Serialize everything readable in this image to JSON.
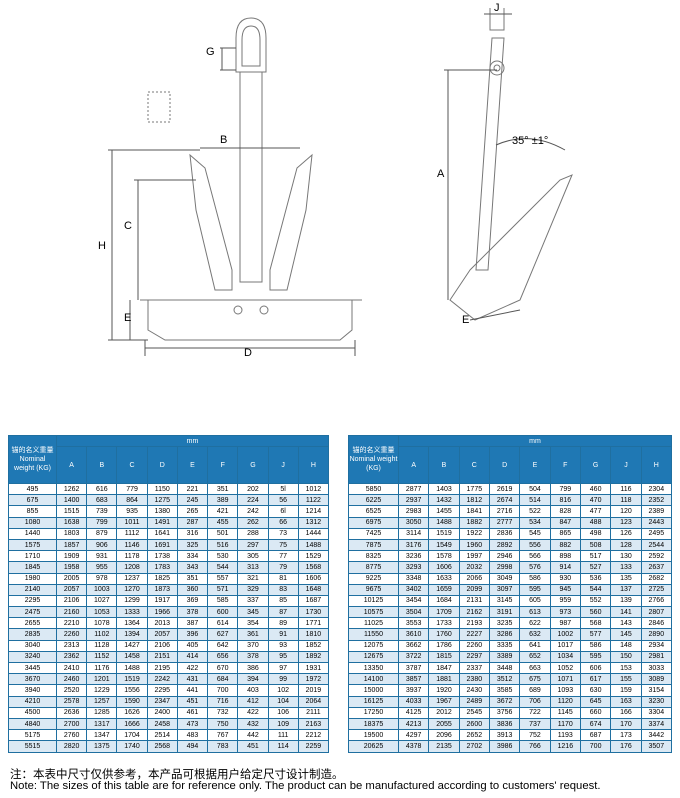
{
  "drawing": {
    "labels": {
      "J": "J",
      "G": "G",
      "B": "B",
      "A": "A",
      "C": "C",
      "H": "H",
      "E_left": "E",
      "D": "D",
      "E_side": "E",
      "angle": "35° ±1°"
    }
  },
  "table_header": {
    "name_label": "锚的名义重量",
    "name_sub": "Nominal weight (KG)",
    "unit": "mm",
    "columns": [
      "A",
      "B",
      "C",
      "D",
      "E",
      "F",
      "G",
      "J",
      "H"
    ]
  },
  "table_left": [
    [
      "495",
      "1262",
      "616",
      "779",
      "1150",
      "221",
      "351",
      "202",
      "5l",
      "1012"
    ],
    [
      "675",
      "1400",
      "683",
      "864",
      "1275",
      "245",
      "389",
      "224",
      "56",
      "1122"
    ],
    [
      "855",
      "1515",
      "739",
      "935",
      "1380",
      "265",
      "421",
      "242",
      "6l",
      "1214"
    ],
    [
      "1080",
      "1638",
      "799",
      "1011",
      "1491",
      "287",
      "455",
      "262",
      "66",
      "1312"
    ],
    [
      "1440",
      "1803",
      "879",
      "1112",
      "1641",
      "316",
      "501",
      "288",
      "73",
      "1444"
    ],
    [
      "1575",
      "1857",
      "906",
      "1146",
      "1691",
      "325",
      "516",
      "297",
      "75",
      "1488"
    ],
    [
      "1710",
      "1909",
      "931",
      "1178",
      "1738",
      "334",
      "530",
      "305",
      "77",
      "1529"
    ],
    [
      "1845",
      "1958",
      "955",
      "1208",
      "1783",
      "343",
      "544",
      "313",
      "79",
      "1568"
    ],
    [
      "1980",
      "2005",
      "978",
      "1237",
      "1825",
      "351",
      "557",
      "321",
      "81",
      "1606"
    ],
    [
      "2140",
      "2057",
      "1003",
      "1270",
      "1873",
      "360",
      "571",
      "329",
      "83",
      "1648"
    ],
    [
      "2295",
      "2106",
      "1027",
      "1299",
      "1917",
      "369",
      "585",
      "337",
      "85",
      "1687"
    ],
    [
      "2475",
      "2160",
      "1053",
      "1333",
      "1966",
      "378",
      "600",
      "345",
      "87",
      "1730"
    ],
    [
      "2655",
      "2210",
      "1078",
      "1364",
      "2013",
      "387",
      "614",
      "354",
      "89",
      "1771"
    ],
    [
      "2835",
      "2260",
      "1102",
      "1394",
      "2057",
      "396",
      "627",
      "361",
      "91",
      "1810"
    ],
    [
      "3040",
      "2313",
      "1128",
      "1427",
      "2106",
      "405",
      "642",
      "370",
      "93",
      "1852"
    ],
    [
      "3240",
      "2362",
      "1152",
      "1458",
      "2151",
      "414",
      "656",
      "378",
      "95",
      "1892"
    ],
    [
      "3445",
      "2410",
      "1176",
      "1488",
      "2195",
      "422",
      "670",
      "386",
      "97",
      "1931"
    ],
    [
      "3670",
      "2460",
      "1201",
      "1519",
      "2242",
      "431",
      "684",
      "394",
      "99",
      "1972"
    ],
    [
      "3940",
      "2520",
      "1229",
      "1556",
      "2295",
      "441",
      "700",
      "403",
      "102",
      "2019"
    ],
    [
      "4210",
      "2578",
      "1257",
      "1590",
      "2347",
      "451",
      "716",
      "412",
      "104",
      "2064"
    ],
    [
      "4500",
      "2636",
      "1285",
      "1626",
      "2400",
      "461",
      "732",
      "422",
      "106",
      "2111"
    ],
    [
      "4840",
      "2700",
      "1317",
      "1666",
      "2458",
      "473",
      "750",
      "432",
      "109",
      "2163"
    ],
    [
      "5175",
      "2760",
      "1347",
      "1704",
      "2514",
      "483",
      "767",
      "442",
      "111",
      "2212"
    ],
    [
      "5515",
      "2820",
      "1375",
      "1740",
      "2568",
      "494",
      "783",
      "451",
      "114",
      "2259"
    ]
  ],
  "table_right": [
    [
      "5850",
      "2877",
      "1403",
      "1775",
      "2619",
      "504",
      "799",
      "460",
      "116",
      "2304"
    ],
    [
      "6225",
      "2937",
      "1432",
      "1812",
      "2674",
      "514",
      "816",
      "470",
      "118",
      "2352"
    ],
    [
      "6525",
      "2983",
      "1455",
      "1841",
      "2716",
      "522",
      "828",
      "477",
      "120",
      "2389"
    ],
    [
      "6975",
      "3050",
      "1488",
      "1882",
      "2777",
      "534",
      "847",
      "488",
      "123",
      "2443"
    ],
    [
      "7425",
      "3114",
      "1519",
      "1922",
      "2836",
      "545",
      "865",
      "498",
      "126",
      "2495"
    ],
    [
      "7875",
      "3176",
      "1549",
      "1960",
      "2892",
      "556",
      "882",
      "508",
      "128",
      "2544"
    ],
    [
      "8325",
      "3236",
      "1578",
      "1997",
      "2946",
      "566",
      "898",
      "517",
      "130",
      "2592"
    ],
    [
      "8775",
      "3293",
      "1606",
      "2032",
      "2998",
      "576",
      "914",
      "527",
      "133",
      "2637"
    ],
    [
      "9225",
      "3348",
      "1633",
      "2066",
      "3049",
      "586",
      "930",
      "536",
      "135",
      "2682"
    ],
    [
      "9675",
      "3402",
      "1659",
      "2099",
      "3097",
      "595",
      "945",
      "544",
      "137",
      "2725"
    ],
    [
      "10125",
      "3454",
      "1684",
      "2131",
      "3145",
      "605",
      "959",
      "552",
      "139",
      "2766"
    ],
    [
      "10575",
      "3504",
      "1709",
      "2162",
      "3191",
      "613",
      "973",
      "560",
      "141",
      "2807"
    ],
    [
      "11025",
      "3553",
      "1733",
      "2193",
      "3235",
      "622",
      "987",
      "568",
      "143",
      "2846"
    ],
    [
      "11550",
      "3610",
      "1760",
      "2227",
      "3286",
      "632",
      "1002",
      "577",
      "145",
      "2890"
    ],
    [
      "12075",
      "3662",
      "1786",
      "2260",
      "3335",
      "641",
      "1017",
      "586",
      "148",
      "2934"
    ],
    [
      "12675",
      "3722",
      "1815",
      "2297",
      "3389",
      "652",
      "1034",
      "595",
      "150",
      "2981"
    ],
    [
      "13350",
      "3787",
      "1847",
      "2337",
      "3448",
      "663",
      "1052",
      "606",
      "153",
      "3033"
    ],
    [
      "14100",
      "3857",
      "1881",
      "2380",
      "3512",
      "675",
      "1071",
      "617",
      "155",
      "3089"
    ],
    [
      "15000",
      "3937",
      "1920",
      "2430",
      "3585",
      "689",
      "1093",
      "630",
      "159",
      "3154"
    ],
    [
      "16125",
      "4033",
      "1967",
      "2489",
      "3672",
      "706",
      "1120",
      "645",
      "163",
      "3230"
    ],
    [
      "17250",
      "4125",
      "2012",
      "2545",
      "3756",
      "722",
      "1145",
      "660",
      "166",
      "3304"
    ],
    [
      "18375",
      "4213",
      "2055",
      "2600",
      "3836",
      "737",
      "1170",
      "674",
      "170",
      "3374"
    ],
    [
      "19500",
      "4297",
      "2096",
      "2652",
      "3913",
      "752",
      "1193",
      "687",
      "173",
      "3442"
    ],
    [
      "20625",
      "4378",
      "2135",
      "2702",
      "3986",
      "766",
      "1216",
      "700",
      "176",
      "3507"
    ]
  ],
  "note": {
    "cn": "注：本表中尺寸仅供参考，本产品可根据用户给定尺寸设计制造。",
    "en": "Note: The sizes of this table are for reference only. The product can be manufactured according to customers' request."
  },
  "colors": {
    "header_blue": "#1f78b4",
    "row_alt": "#dbe9f4",
    "line": "#888888"
  }
}
